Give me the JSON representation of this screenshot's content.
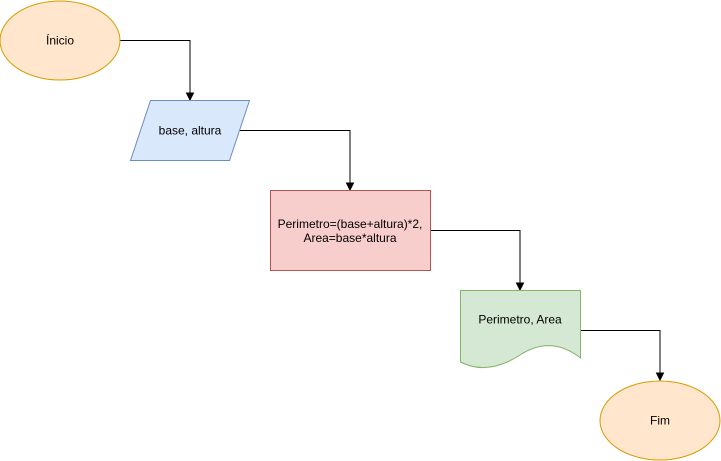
{
  "diagram": {
    "nodes": {
      "start": {
        "label": "Ínicio",
        "shape": "ellipse",
        "fill": "#ffe6cc",
        "stroke": "#d79b00"
      },
      "input": {
        "label": "base, altura",
        "shape": "parallelogram",
        "fill": "#dae8fc",
        "stroke": "#6c8ebf"
      },
      "process": {
        "label_line_1": "Perimetro=(base+altura)*2,",
        "label_line_2": "Area=base*altura",
        "shape": "rectangle",
        "fill": "#f8cecc",
        "stroke": "#b85450"
      },
      "output": {
        "label": "Perimetro, Area",
        "shape": "document",
        "fill": "#d5e8d4",
        "stroke": "#82b366"
      },
      "end": {
        "label": "Fim",
        "shape": "ellipse",
        "fill": "#ffe6cc",
        "stroke": "#d79b00"
      }
    },
    "edges": [
      {
        "from": "start",
        "to": "input"
      },
      {
        "from": "input",
        "to": "process"
      },
      {
        "from": "process",
        "to": "output"
      },
      {
        "from": "output",
        "to": "end"
      }
    ],
    "edge_color": "#000000"
  }
}
